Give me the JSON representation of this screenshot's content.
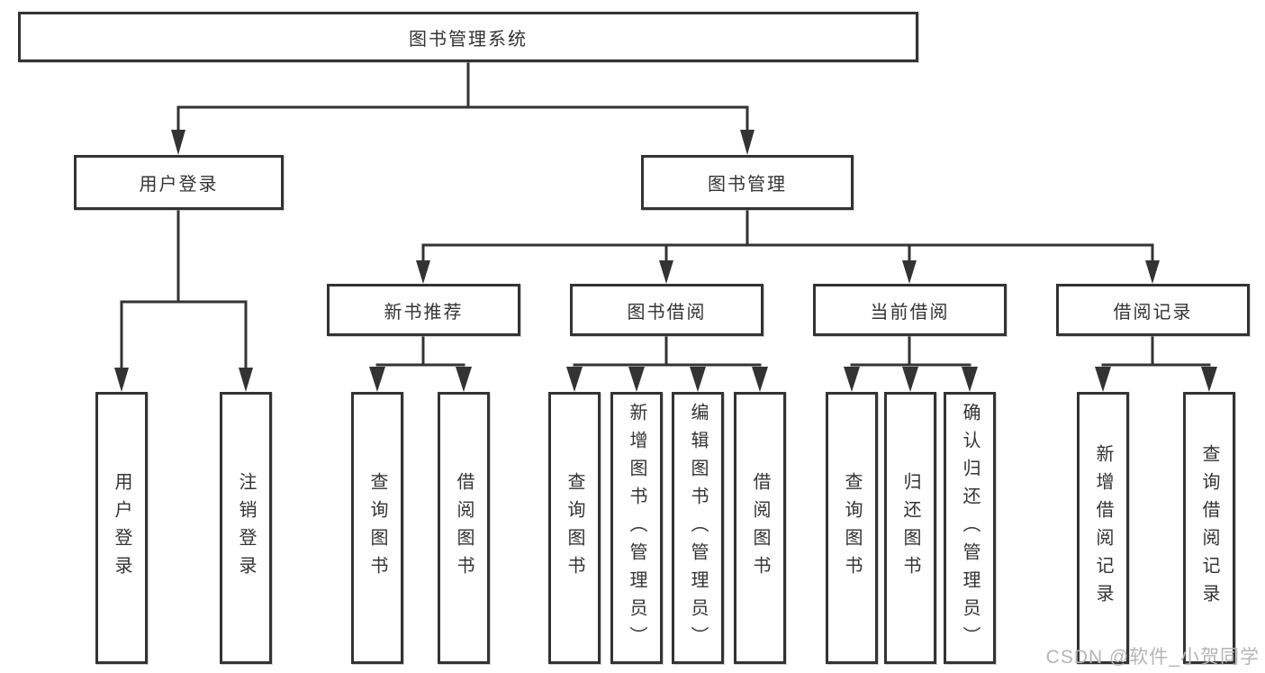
{
  "diagram": {
    "type": "hierarchy-tree",
    "colors": {
      "line": "#333333",
      "box_border": "#333333",
      "box_background": "#ffffff",
      "text": "#333333",
      "watermark_text": "#b5b5b5"
    },
    "nodes": {
      "root": "图书管理系统",
      "user_login": "用户登录",
      "book_management": "图书管理",
      "new_book_recommend": "新书推荐",
      "book_borrowing": "图书借阅",
      "current_borrowing": "当前借阅",
      "borrow_records": "借阅记录",
      "leaf_user_login": "用户登录",
      "leaf_logout": "注销登录",
      "leaf_recommend_query_books": "查询图书",
      "leaf_recommend_borrow_books": "借阅图书",
      "leaf_borrowing_query_books": "查询图书",
      "leaf_borrowing_add_books_admin": "新增图书（管理员）",
      "leaf_borrowing_edit_books_admin": "编辑图书（管理员）",
      "leaf_borrowing_borrow_books": "借阅图书",
      "leaf_current_query_books": "查询图书",
      "leaf_current_return_books": "归还图书",
      "leaf_current_confirm_return_admin": "确认归还（管理员）",
      "leaf_records_add_record": "新增借阅记录",
      "leaf_records_query_record": "查询借阅记录"
    },
    "watermark": "CSDN @软件_小贺同学"
  }
}
